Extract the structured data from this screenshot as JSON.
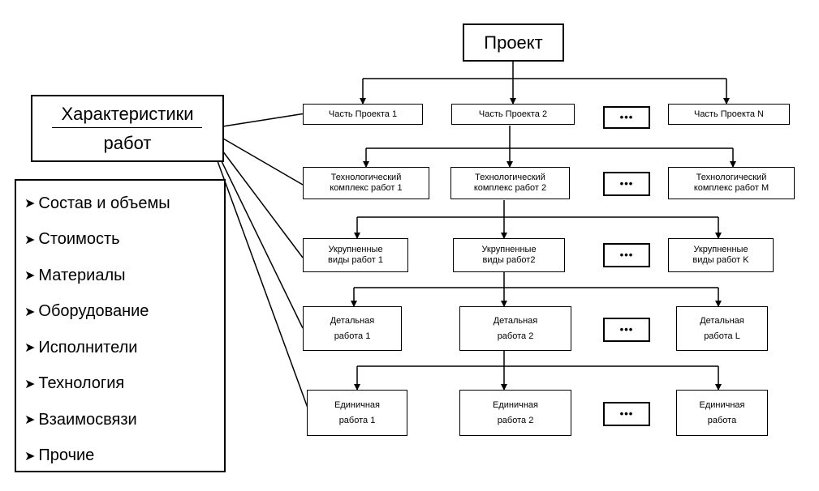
{
  "root": {
    "label": "Проект"
  },
  "characteristics": {
    "title_line1": "Характеристики",
    "title_line2": "работ",
    "bullet": "➤",
    "items": [
      "Состав и объемы",
      "Стоимость",
      "Материалы",
      "Оборудование",
      "Исполнители",
      "Технология",
      "Взаимосвязи",
      "Прочие"
    ]
  },
  "levels": [
    {
      "a": [
        "Часть Проекта 1"
      ],
      "b": [
        "Часть Проекта 2"
      ],
      "dots": "•••",
      "c": [
        "Часть Проекта N"
      ]
    },
    {
      "a": [
        "Технологический",
        "комплекс работ 1"
      ],
      "b": [
        "Технологический",
        "комплекс работ 2"
      ],
      "dots": "•••",
      "c": [
        "Технологический",
        "комплекс работ M"
      ]
    },
    {
      "a": [
        "Укрупненные",
        "виды работ 1"
      ],
      "b": [
        "Укрупненные",
        "виды работ2"
      ],
      "dots": "•••",
      "c": [
        "Укрупненные",
        "виды работ K"
      ]
    },
    {
      "a": [
        "Детальная",
        "работа 1"
      ],
      "b": [
        "Детальная",
        "работа 2"
      ],
      "dots": "•••",
      "c": [
        "Детальная",
        "работа L"
      ]
    },
    {
      "a": [
        "Единичная",
        "работа 1"
      ],
      "b": [
        "Единичная",
        "работа 2"
      ],
      "dots": "•••",
      "c": [
        "Единичная",
        "работа"
      ]
    }
  ]
}
